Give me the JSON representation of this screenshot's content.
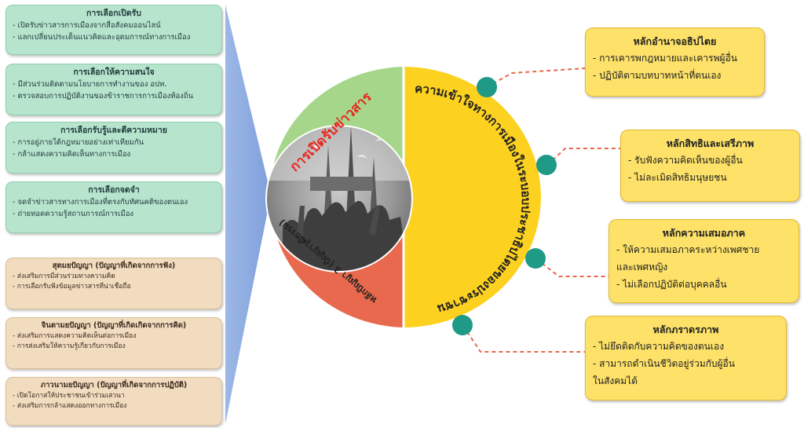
{
  "left_boxes": [
    {
      "title": "การเลือกเปิดรับ",
      "items": [
        "- เปิดรับข่าวสารการเมืองจากสื่อสังคมออนไลน์",
        "- แลกเปลี่ยนประเด็นแนวคิดและอุดมการณ์ทางการเมือง"
      ]
    },
    {
      "title": "การเลือกให้ความสนใจ",
      "items": [
        "- มีส่วนร่วมติดตามนโยบายการทำงานของ อปท.",
        "- ตรวจสอบการปฏิบัติงานของข้าราชการการเมืองท้องถิ่น"
      ]
    },
    {
      "title": "การเลือกรับรู้และตีความหมาย",
      "items": [
        "- การอยู่ภายใต้กฎหมายอย่างเท่าเทียมกัน",
        "- กล้าแสดงความคิดเห็นทางการเมือง"
      ]
    },
    {
      "title": "การเลือกจดจำ",
      "items": [
        "- จดจำข่าวสารทางการเมืองที่ตรงกับทัศนคติของตนเอง",
        "- ถ่ายทอดความรู้สถานการณ์การเมือง"
      ]
    },
    {
      "title": "สุตมยปัญญา (ปัญญาที่เกิดจากการฟัง)",
      "items": [
        "- ส่งเสริมการมีส่วนร่วมทางความคิด",
        "- การเลือกรับฟังข้อมูลข่าวสารที่น่าเชื่อถือ"
      ]
    },
    {
      "title": "จินตามยปัญญา (ปัญญาที่เกิดเกิดจากการคิด)",
      "items": [
        "- ส่งเสริมการแสดงความคิดเห็นต่อการเมือง",
        "- การส่งเสริมให้ความรู้เกี่ยวกับการเมือง"
      ]
    },
    {
      "title": "ภาวนามยปัญญา (ปัญญาที่เกิดจากการปฏิบัติ)",
      "items": [
        "- เปิดโอกาสให้ประชาชนเข้าร่วมเสวนา",
        "- ส่งเสริมการกล้าแสดงออกทางการเมือง"
      ]
    }
  ],
  "circle": {
    "segment_news": "การเปิดรับข่าวสาร",
    "segment_understanding": "ความเข้าใจทางการเมืองในระบอบประชาธิปไตยของประชาชน",
    "segment_wisdom": "หลักปัญญา 3 (ปัญญาวุฒิธรรม)"
  },
  "right_boxes": [
    {
      "title": "หลักอำนาจอธิปไตย",
      "items": [
        "- การเคารพกฎหมายและเคารพผู้อื่น",
        "- ปฏิบัติตามบทบาทหน้าที่ตนเอง"
      ]
    },
    {
      "title": "หลักสิทธิและเสรีภาพ",
      "items": [
        "- รับฟังความคิดเห็นของผู้อื่น",
        "- ไม่ละเมิดสิทธิมนุษยชน"
      ]
    },
    {
      "title": "หลักความเสมอภาค",
      "items": [
        "- ให้ความเสมอภาคระหว่างเพศชาย",
        "และเพศหญิง",
        "- ไม่เลือกปฏิบัติต่อบุคคลอื่น"
      ]
    },
    {
      "title": "หลักภราดรภาพ",
      "items": [
        "- ไม่ยึดติดกับความคิดของตนเอง",
        "- สามารถดำเนินชีวิตอยู่ร่วมกับผู้อื่น",
        "ในสังคมได้"
      ]
    }
  ],
  "colors": {
    "green": "#a6d68a",
    "yellow": "#fcd11f",
    "red": "#e8694d",
    "teal": "#1e9a86",
    "arrow": "#8ba9df",
    "box_yellow": "#fde168"
  }
}
